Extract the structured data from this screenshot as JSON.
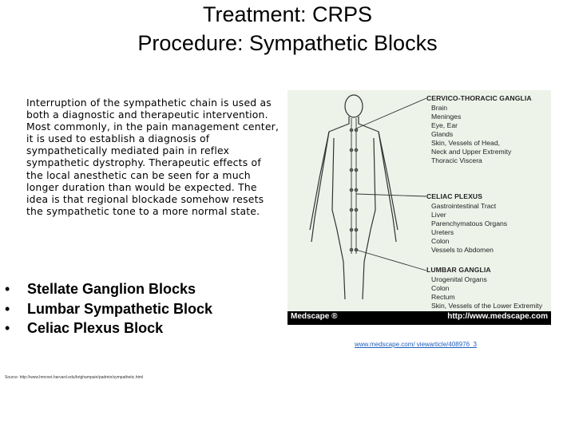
{
  "slide": {
    "title_line1": "Treatment: CRPS",
    "title_line2": "Procedure: Sympathetic Blocks"
  },
  "paragraph": "Interruption of the sympathetic chain is used as both a diagnostic and therapeutic intervention. Most commonly, in the pain management center, it is used to establish a diagnosis of sympathetically mediated pain in reflex sympathetic dystrophy. Therapeutic effects of the local anesthetic can be seen for a much longer duration than would be expected. The idea is that regional blockade somehow resets the sympathetic tone to a more normal state.",
  "bullets": [
    {
      "marker": "•",
      "text": "Stellate Ganglion Blocks"
    },
    {
      "marker": "•",
      "text": "Lumbar Sympathetic Block"
    },
    {
      "marker": "•",
      "text": "Celiac Plexus Block"
    }
  ],
  "figure": {
    "groups": [
      {
        "header": "CERVICO-THORACIC GANGLIA",
        "items": [
          "Brain",
          "Meninges",
          "Eye, Ear",
          "Glands",
          "Skin, Vessels of Head,",
          "Neck and Upper Extremity",
          "Thoracic Viscera"
        ]
      },
      {
        "header": "CELIAC PLEXUS",
        "items": [
          "Gastrointestinal Tract",
          "Liver",
          "Parenchymatous Organs",
          "Ureters",
          "Colon",
          "Vessels to Abdomen"
        ]
      },
      {
        "header": "LUMBAR GANGLIA",
        "items": [
          "Urogenital Organs",
          "Colon",
          "Rectum",
          "Skin, Vessels of the Lower Extremity"
        ]
      }
    ],
    "footer_left": "Medscape ®",
    "footer_right": "http://www.medscape.com"
  },
  "link_text": "www.medscape.com/ viewarticle/408976_3",
  "source_text": "Source: http://www.hmcnet.harvard.edu/brighampain/padmin/sympathetic.html"
}
